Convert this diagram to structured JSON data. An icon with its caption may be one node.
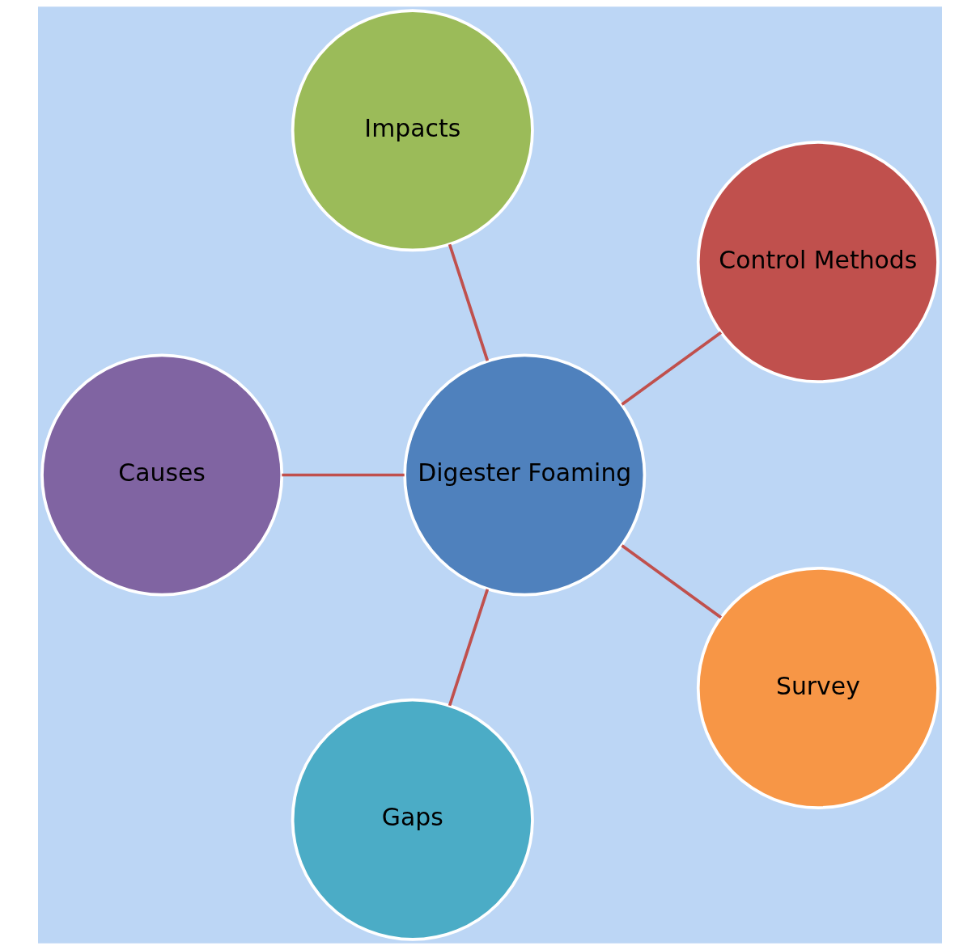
{
  "diagram": {
    "nodes": [
      {
        "text": [
          "Digester Foaming"
        ]
      },
      {
        "text": [
          "Control Methods"
        ]
      },
      {
        "text": [
          "Impacts"
        ]
      },
      {
        "text": [
          "Causes"
        ]
      },
      {
        "text": [
          "Gaps"
        ]
      },
      {
        "text": [
          "Survey"
        ]
      }
    ],
    "edges": [
      {
        "from": 0,
        "to": 1,
        "arrow": "none"
      },
      {
        "from": 0,
        "to": 2,
        "arrow": "none"
      },
      {
        "from": 0,
        "to": 3,
        "arrow": "none"
      },
      {
        "from": 0,
        "to": 4,
        "arrow": "none"
      },
      {
        "from": 0,
        "to": 5,
        "arrow": "none"
      }
    ]
  }
}
